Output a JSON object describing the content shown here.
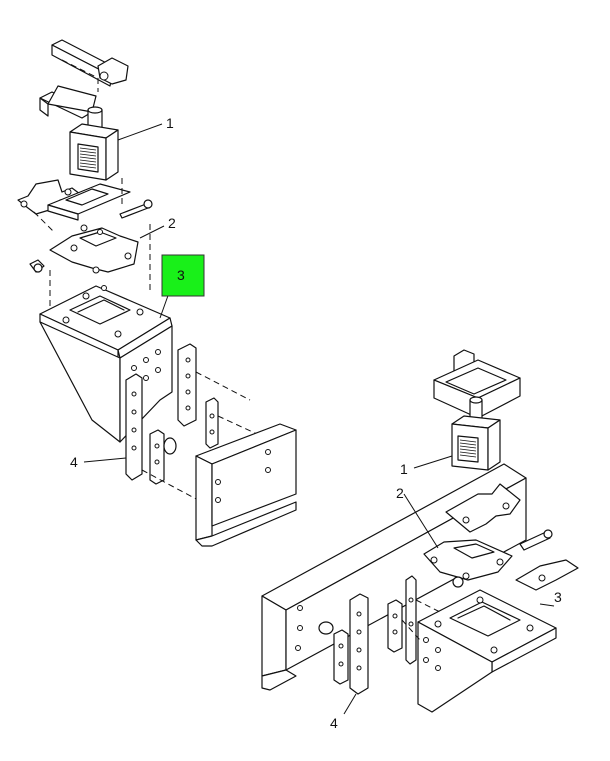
{
  "diagram": {
    "callouts_left": [
      {
        "label": "1"
      },
      {
        "label": "2"
      },
      {
        "label": "3"
      },
      {
        "label": "4"
      }
    ],
    "callouts_right": [
      {
        "label": "1"
      },
      {
        "label": "2"
      },
      {
        "label": "3"
      },
      {
        "label": "4"
      }
    ],
    "highlight_color": "#19f019"
  }
}
